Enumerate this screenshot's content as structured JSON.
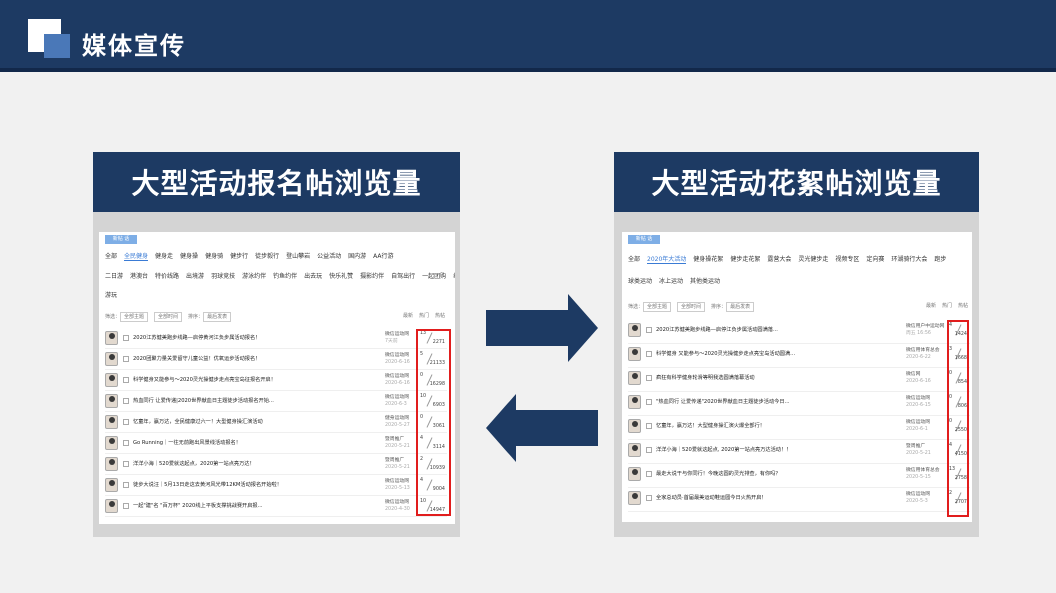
{
  "slide": {
    "title": "媒体宣传"
  },
  "colors": {
    "navy": "#1d3a63",
    "accent": "#4a78b8",
    "highlight": "#e11d1d"
  },
  "left_panel": {
    "heading": "大型活动报名帖浏览量",
    "shot": {
      "nav_button": "新帖 话",
      "categories_row1": [
        "全部",
        "全民健身",
        "健身走",
        "健身操",
        "健身骑",
        "健步行",
        "徒步毅行",
        "登山攀岩",
        "公益活动",
        "国内游",
        "AA行游"
      ],
      "categories_row2": [
        "二日游",
        "港澳台",
        "特价线路",
        "出境游",
        "羽球竞技",
        "游泳约伴",
        "钓鱼约伴",
        "出去玩",
        "快乐礼赞",
        "摄影约伴",
        "自驾出行",
        "一起团购",
        "综合"
      ],
      "categories_row3": [
        "游玩"
      ],
      "filter": {
        "label1": "筛选：",
        "sel1": "全部主题",
        "sel2": "全部时间",
        "label2": "排序：",
        "sel3": "最后发表",
        "right": [
          "最新",
          "热门",
          "热帖"
        ]
      },
      "rows": [
        {
          "title": "2020江苏健美跑步线路—启停黄河江负步属活动报名！",
          "author": "微信运动网",
          "date": "7天前",
          "replies": "13",
          "views": "2271"
        },
        {
          "title": "2020团聚力量关爱留守儿童公益！优氧运步活动报名！",
          "author": "微信运动网",
          "date": "2020-6-16",
          "replies": "5",
          "views": "21133"
        },
        {
          "title": "科学健身又能参与～2020灵光操健步走点亮宝岛征报名开启！",
          "author": "微信运动网",
          "date": "2020-6-16",
          "replies": "0",
          "views": "16298"
        },
        {
          "title": "热血同行 让爱传递|2020世界献血日主题徒步活动报名开始...",
          "author": "微信运动网",
          "date": "2020-6-3",
          "replies": "10",
          "views": "6903"
        },
        {
          "title": "忆童年，赢万达，全民健康过六一！大型健身操汇演活动",
          "author": "健身运动网",
          "date": "2020-5-27",
          "replies": "0",
          "views": "3061"
        },
        {
          "title": "Go Running｜一往无前跑出风景线活动报名！",
          "author": "暨周推广",
          "date": "2020-5-21",
          "replies": "4",
          "views": "3114"
        },
        {
          "title": "洋洋小海｜520爱就这起点，2020第一站点亮万达！",
          "author": "暨周推广",
          "date": "2020-5-21",
          "replies": "2",
          "views": "10939"
        },
        {
          "title": "徒步大说汪｜5月13日走这去黄河风光带12KM活动报名开始啦！",
          "author": "微信运动网",
          "date": "2020-5-13",
          "replies": "4",
          "views": "9004"
        },
        {
          "title": "一起\"建\"名 \"百万杯\" 2020线上平板支撑挑战赛开启报...",
          "author": "微信运动网",
          "date": "2020-4-30",
          "replies": "10",
          "views": "14947"
        }
      ]
    }
  },
  "right_panel": {
    "heading": "大型活动花絮帖浏览量",
    "shot": {
      "nav_button": "新帖 话",
      "categories_row1": [
        "全部",
        "2020年大活动",
        "健身操花絮",
        "健步走花絮",
        "露营大会",
        "灵光健步走",
        "视频专区",
        "定向赛",
        "环湖骑行大会",
        "跑步"
      ],
      "categories_row2": [
        "球类运动",
        "冰上运动",
        "其他类运动"
      ],
      "filter": {
        "label1": "筛选：",
        "sel1": "全部主题",
        "sel2": "全部时间",
        "label2": "排序：",
        "sel3": "最后发表",
        "right": [
          "最新",
          "热门",
          "热帖"
        ]
      },
      "rows": [
        {
          "title": "2020江苏健美跑步线路—启停江负步属活动圆满落...",
          "author": "微信用户中运动网",
          "date": "周五 16:56",
          "replies": "4",
          "views": "1424"
        },
        {
          "title": "科学健身 又能参与～2020灵光操健步走点亮宝岛活动圆满...",
          "author": "微信用体育总会",
          "date": "2020-6-22",
          "replies": "3",
          "views": "1668"
        },
        {
          "title": "疯狂有科学健身轮滑等明我选圆满落幕活动",
          "author": "微信网",
          "date": "2020-6-16",
          "replies": "0",
          "views": "854"
        },
        {
          "title": "\"热血同行 让爱传递\"2020世界献血日主题徒步活动今日...",
          "author": "微信运动网",
          "date": "2020-6-15",
          "replies": "0",
          "views": "806"
        },
        {
          "title": "忆童年，赢万达！大型健身操汇演火爆全部行！",
          "author": "微信运动网",
          "date": "2020-6-1",
          "replies": "0",
          "views": "2550"
        },
        {
          "title": "洋洋小海｜520爱就这起点, 2020第一站点亮万达活动！！",
          "author": "暨周推广",
          "date": "2020-5-21",
          "replies": "4",
          "views": "4150"
        },
        {
          "title": "最走大说干与你同行！今晚这圆的灵光排查，有你吗？",
          "author": "微信用体育总会",
          "date": "2020-5-15",
          "replies": "13",
          "views": "2758"
        },
        {
          "title": "全家总动员·首届最美运动鞋运圆今日火热开启！",
          "author": "微信运动网",
          "date": "2020-5-3",
          "replies": "2",
          "views": "2707"
        }
      ]
    }
  }
}
